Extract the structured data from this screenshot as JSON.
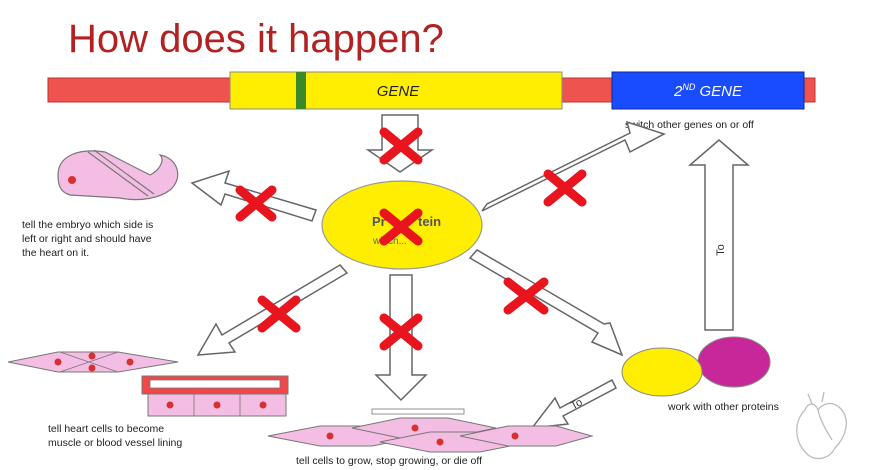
{
  "title": "How does it happen?",
  "gene": {
    "label": "GENE",
    "second_gene_main": "2",
    "second_gene_sup": "ND",
    "second_gene_rest": " GENE"
  },
  "protein": {
    "label_left": "Pr",
    "label_right": "tein",
    "sublabel": "which..."
  },
  "captions": {
    "switch_genes": "switch other genes on or off",
    "embryo_line1": "tell the embryo which side is",
    "embryo_line2": "left or right and should have",
    "embryo_line3": "the heart on it.",
    "heart_cells_line1": "tell heart cells to become",
    "heart_cells_line2": "muscle or blood vessel lining",
    "grow": "tell cells to grow, stop growing, or die off",
    "other_proteins": "work with other proteins"
  },
  "arrow_labels": {
    "to_vertical": "To",
    "to_diagonal": "To"
  },
  "colors": {
    "title": "#b22222",
    "chromosome": "#ef5350",
    "gene_box": "#ffee00",
    "gene_marker": "#3a8a2a",
    "second_gene": "#1a4cff",
    "protein": "#ffee00",
    "cross": "#e8141e",
    "cell_fill": "#f4bde4",
    "cell_nucleus": "#d63030",
    "partner_protein": "#c8279a"
  },
  "icons": {
    "blocked": "red-x-icon",
    "heart": "heart-sketch-icon"
  }
}
